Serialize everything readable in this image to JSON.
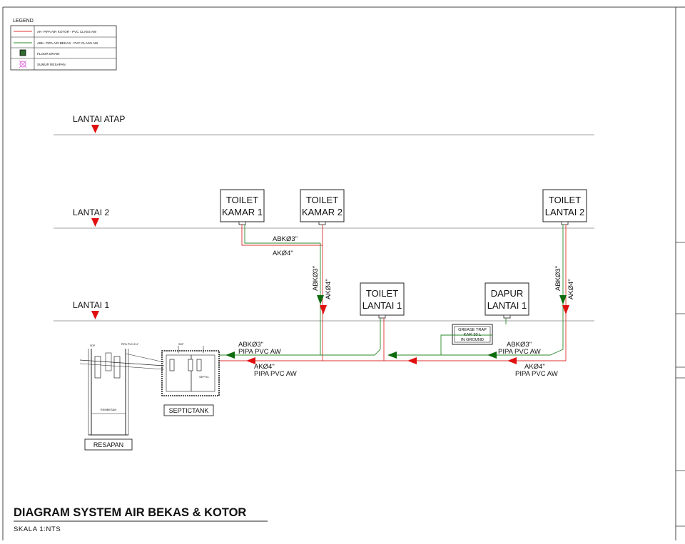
{
  "legend": {
    "title": "LEGEND",
    "items": [
      {
        "label": "AK- PIPA AIR KOTOR - PVC CLASS AW",
        "color": "#e03030",
        "icon": "red-line"
      },
      {
        "label": "ABK- PIPA AIR BEKAS - PVC CLASS AW",
        "color": "#2a8a2a",
        "icon": "green-line"
      },
      {
        "label": "FLOOR DRAIN",
        "color": "#2e6b2e",
        "icon": "floor-drain-icon"
      },
      {
        "label": "SUMUR RESAPAN",
        "color": "#e060e0",
        "icon": "sumur-resapan-icon"
      }
    ]
  },
  "levels": {
    "atap": "LANTAI ATAP",
    "lantai2": "LANTAI 2",
    "lantai1": "LANTAI 1"
  },
  "fixtures": {
    "toilet_kamar1": [
      "TOILET",
      "KAMAR 1"
    ],
    "toilet_kamar2": [
      "TOILET",
      "KAMAR 2"
    ],
    "toilet_lantai2": [
      "TOILET",
      "LANTAI 2"
    ],
    "toilet_lantai1": [
      "TOILET",
      "LANTAI 1"
    ],
    "dapur_lantai1": [
      "DAPUR",
      "LANTAI 1"
    ]
  },
  "grease_trap": [
    "GREASE TRAP",
    "KAP. 30 L",
    "IN GROUND"
  ],
  "pipe_labels": {
    "abk3": "ABKØ3\"",
    "ak4": "AKØ4\"",
    "pipa_pvc": "PIPA PVC AW"
  },
  "tanks": {
    "resapan": "RESAPAN",
    "septictank": "SEPTICTANK",
    "rembesan": "REMBESAN",
    "septic_small": "SEPTIC",
    "sdp": "SDP",
    "pipe_note": "PIPA PVC Ø 4\""
  },
  "title": {
    "main": "DIAGRAM SYSTEM AIR BEKAS & KOTOR",
    "scale": "SKALA 1:NTS"
  },
  "colors": {
    "red": "#e03030",
    "green": "#2a8a2a",
    "level_line": "#a0a0a0",
    "marker_red": "#e01010"
  }
}
